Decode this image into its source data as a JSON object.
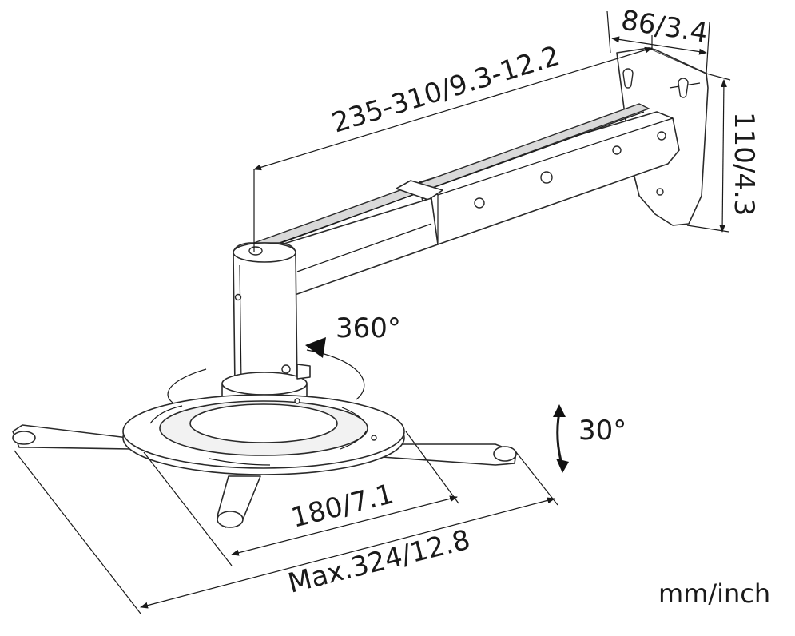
{
  "dimensions": {
    "arm_length": "235-310/9.3-12.2",
    "plate_depth": "86/3.4",
    "plate_height": "110/4.3",
    "rotation": "360°",
    "tilt": "30°",
    "inner_span": "180/7.1",
    "max_span": "Max.324/12.8"
  },
  "units": "mm/inch"
}
